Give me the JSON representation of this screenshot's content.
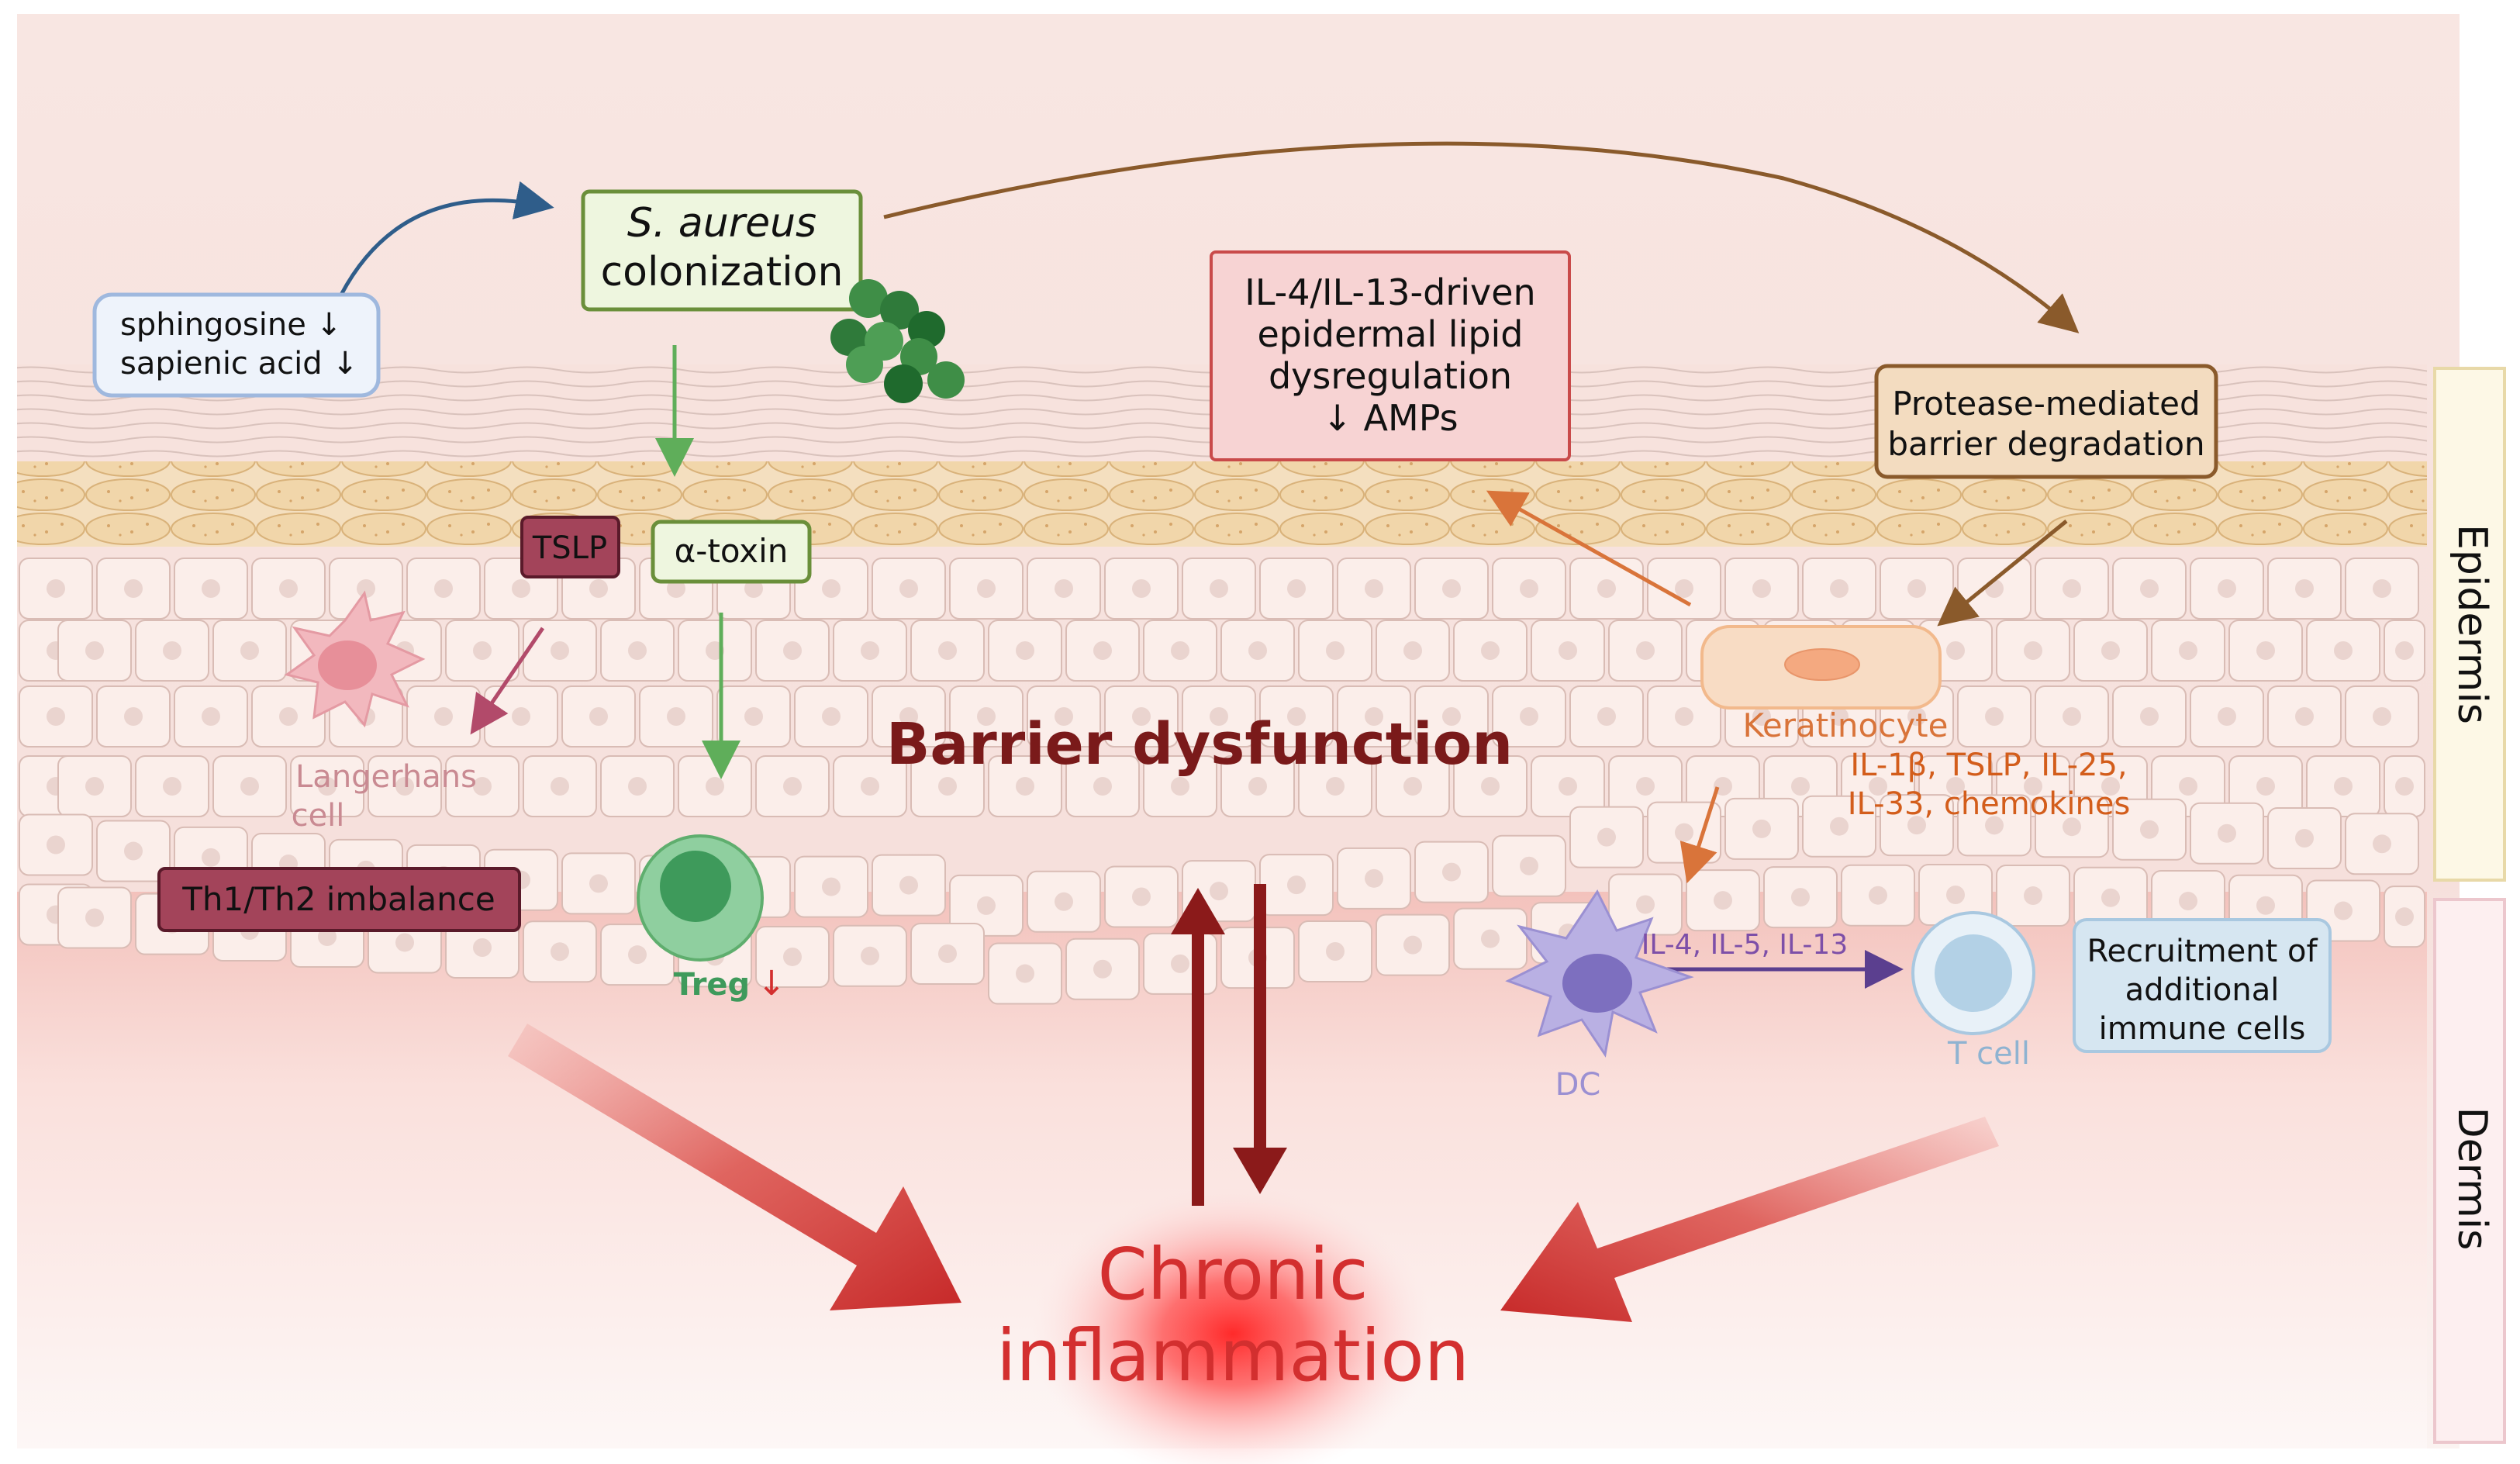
{
  "labels": {
    "s_aureus_line1": "S. aureus",
    "s_aureus_line2": "colonization",
    "sphingosine": "sphingosine ↓",
    "sapienic": "sapienic acid ↓",
    "lipid_line1": "IL-4/IL-13-driven",
    "lipid_line2": "epidermal lipid",
    "lipid_line3": "dysregulation",
    "lipid_line4": "↓ AMPs",
    "protease_line1": "Protease-mediated",
    "protease_line2": "barrier degradation",
    "tslp": "TSLP",
    "alpha_toxin": "α-toxin",
    "langerhans_line1": "Langerhans",
    "langerhans_line2": "cell",
    "th_imbalance": "Th1/Th2 imbalance",
    "treg": "Treg",
    "treg_arrow": "↓",
    "barrier": "Barrier dysfunction",
    "keratinocyte": "Keratinocyte",
    "cytokines_line1": "IL-1β, TSLP, IL-25,",
    "cytokines_line2": "IL-33, chemokines",
    "il_dc": "IL-4, IL-5, IL-13",
    "dc": "DC",
    "tcell": "T cell",
    "recruit_line1": "Recruitment of",
    "recruit_line2": "additional",
    "recruit_line3": "immune cells",
    "chronic_line1": "Chronic",
    "chronic_line2": "inflammation",
    "epidermis": "Epidermis",
    "dermis": "Dermis"
  },
  "colors": {
    "background": "#f7e3df",
    "dark_red_text": "#7a1a1a",
    "bright_red": "#d32f2f",
    "green_box_border": "#6a8f3a",
    "green_box_fill": "#eef6df",
    "blue_box_border": "#9fb8de",
    "blue_box_fill": "#eef3fb",
    "pink_box_border": "#c94a4a",
    "pink_box_fill": "#f7d3d3",
    "tan_box_border": "#8a5a2b",
    "tan_box_fill": "#f3dcc0",
    "maroon_fill": "#a3445a",
    "orange_text": "#d35d1b",
    "purple_text": "#7d4fa8",
    "treg_green": "#3e9a5b",
    "light_blue_box": "#d6e6f1"
  }
}
